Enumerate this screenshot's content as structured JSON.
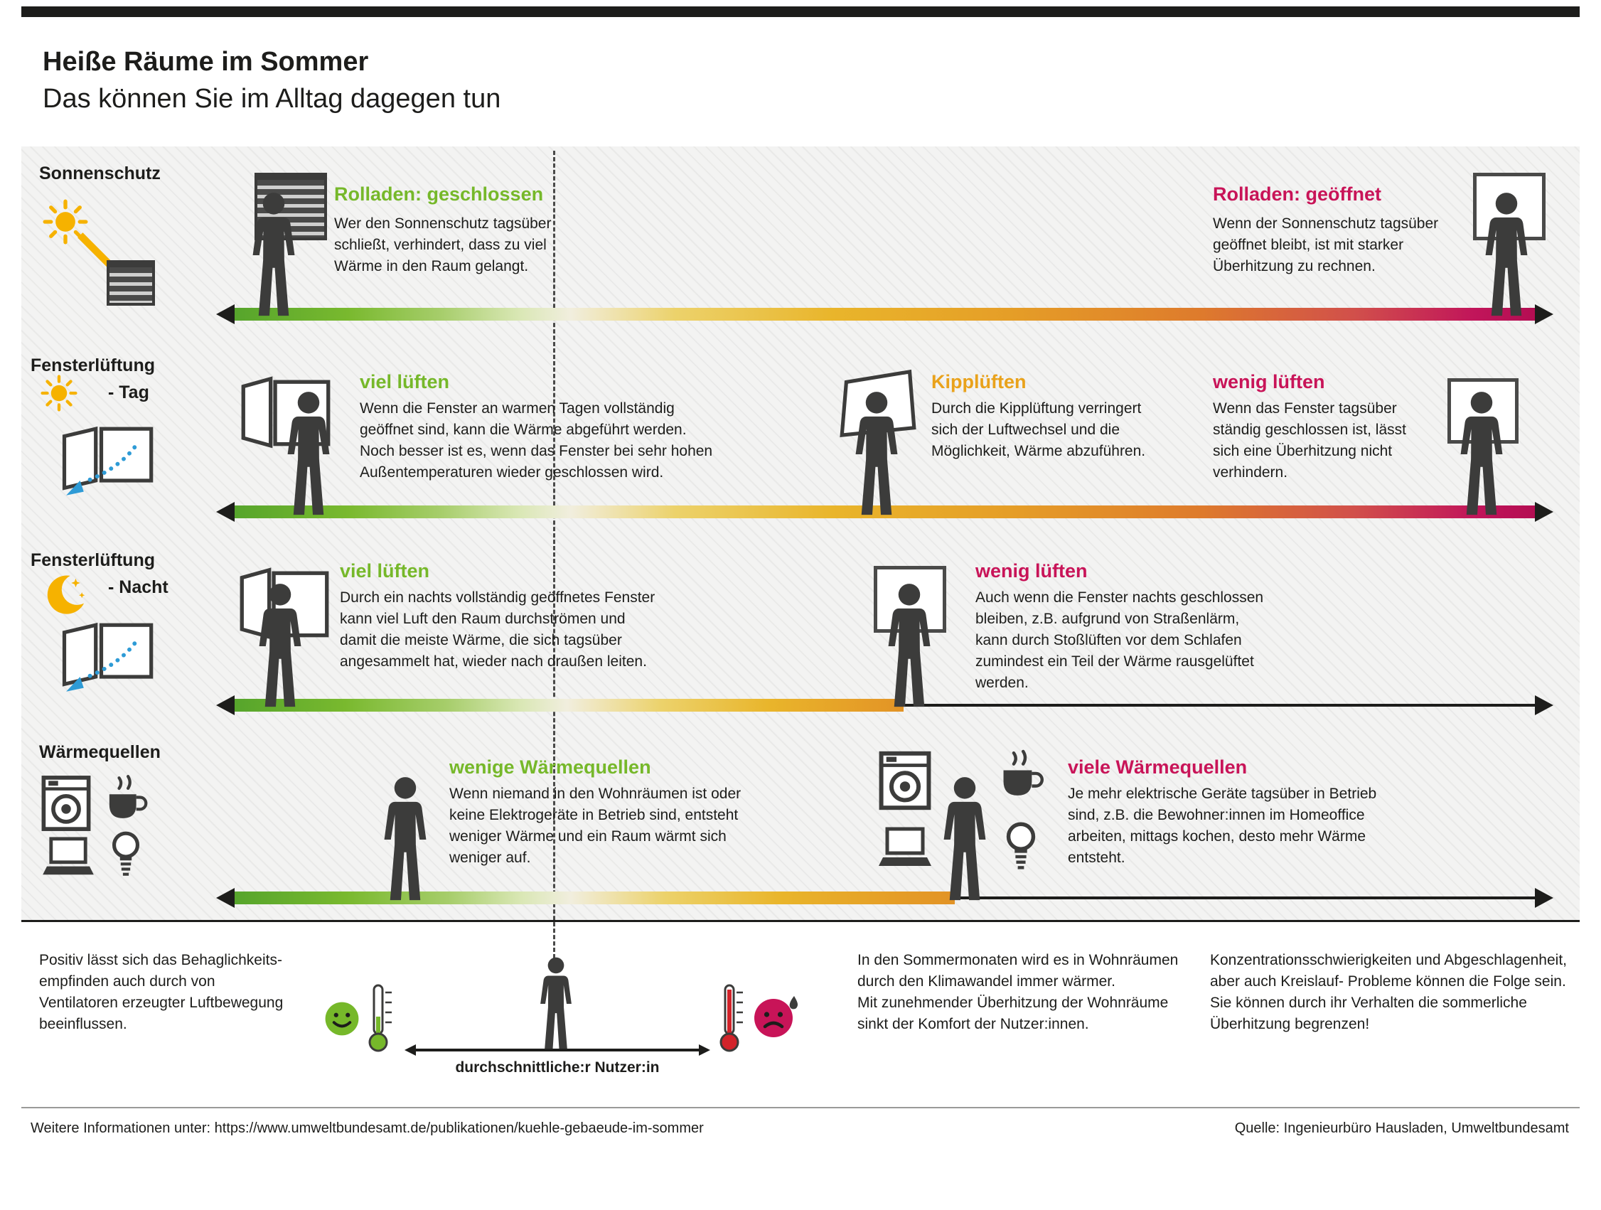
{
  "header": {
    "title": "Heiße Räume im Sommer",
    "subtitle": "Das können Sie im Alltag dagegen tun"
  },
  "colors": {
    "green": "#76b82a",
    "orange": "#e9a21b",
    "pink": "#c81458",
    "yellow": "#f6b200",
    "blue": "#2e9bd6",
    "silhouette": "#3c3c3b",
    "ink": "#1d1d1b",
    "gradient_start": "#55a42c",
    "gradient_end": "#b30d52"
  },
  "icons": [
    "sun-icon",
    "moon-icon",
    "person-icon",
    "roller-shutter-icon",
    "open-window-icon",
    "tilted-window-icon",
    "closed-window-icon",
    "window-ventilation-icon",
    "washing-machine-icon",
    "coffee-mug-icon",
    "laptop-icon",
    "light-bulb-icon",
    "happy-face-icon",
    "sad-face-icon",
    "thermometer-cool-icon",
    "thermometer-hot-icon"
  ],
  "rows": {
    "sonnenschutz": {
      "label": "Sonnenschutz",
      "left": {
        "heading": "Rolladen: geschlossen",
        "text": "Wer den Sonnenschutz tagsüber\nschließt, verhindert, dass zu viel\nWärme in den Raum gelangt."
      },
      "right": {
        "heading": "Rolladen: geöffnet",
        "text": "Wenn der Sonnenschutz tagsüber\ngeöffnet bleibt, ist mit starker\nÜberhitzung zu rechnen."
      }
    },
    "tag": {
      "label": "Fensterlüftung",
      "sublabel": "- Tag",
      "left": {
        "heading": "viel lüften",
        "text": "Wenn die Fenster an warmen Tagen vollständig\ngeöffnet sind, kann die Wärme abgeführt werden.\nNoch besser ist es, wenn das Fenster bei sehr hohen\nAußentemperaturen wieder geschlossen wird."
      },
      "mid": {
        "heading": "Kipplüften",
        "text": "Durch die Kipplüftung verringert\nsich der Luftwechsel und die\nMöglichkeit, Wärme abzuführen."
      },
      "right": {
        "heading": "wenig lüften",
        "text": "Wenn das Fenster tagsüber\nständig geschlossen ist, lässt\nsich eine Überhitzung nicht\nverhindern."
      }
    },
    "nacht": {
      "label": "Fensterlüftung",
      "sublabel": "- Nacht",
      "left": {
        "heading": "viel lüften",
        "text": "Durch ein nachts vollständig geöffnetes Fenster\nkann viel Luft den Raum durchströmen und\ndamit die meiste Wärme, die sich tagsüber\nangesammelt hat,  wieder nach draußen leiten."
      },
      "mid": {
        "heading": "wenig lüften",
        "text": "Auch wenn die Fenster nachts geschlossen\nbleiben, z.B. aufgrund von Straßenlärm,\nkann durch Stoßlüften vor dem Schlafen\nzumindest ein Teil der Wärme rausgelüftet\nwerden."
      }
    },
    "waerme": {
      "label": "Wärmequellen",
      "left": {
        "heading": "wenige Wärmequellen",
        "text": "Wenn niemand in den Wohnräumen ist oder\nkeine Elektrogeräte in Betrieb sind, entsteht\nweniger Wärme und ein Raum wärmt sich\nweniger auf."
      },
      "mid": {
        "heading": "viele Wärmequellen",
        "text": "Je mehr elektrische Geräte tagsüber in Betrieb\nsind, z.B. die Bewohner:innen im Homeoffice\narbeiten, mittags kochen, desto mehr Wärme\nentsteht."
      }
    }
  },
  "bottom": {
    "left_text": "Positiv lässt sich das Behaglichkeits-\nempfinden auch durch von\nVentilatoren erzeugter Luftbewegung\nbeeinflussen.",
    "scale_label": "durchschnittliche:r Nutzer:in",
    "mid_text": "In den Sommermonaten wird es in Wohnräumen\ndurch den Klimawandel immer wärmer.\nMit zunehmender Überhitzung der Wohnräume\nsinkt der Komfort der Nutzer:innen.",
    "right_text": "Konzentrationsschwierigkeiten und Abgeschlagenheit,\naber auch Kreislauf- Probleme können die Folge sein.\nSie können durch ihr Verhalten die sommerliche\nÜberhitzung begrenzen!"
  },
  "footer": {
    "info": "Weitere Informationen unter: https://www.umweltbundesamt.de/publikationen/kuehle-gebaeude-im-sommer",
    "source": "Quelle:  Ingenieurbüro Hausladen, Umweltbundesamt"
  }
}
